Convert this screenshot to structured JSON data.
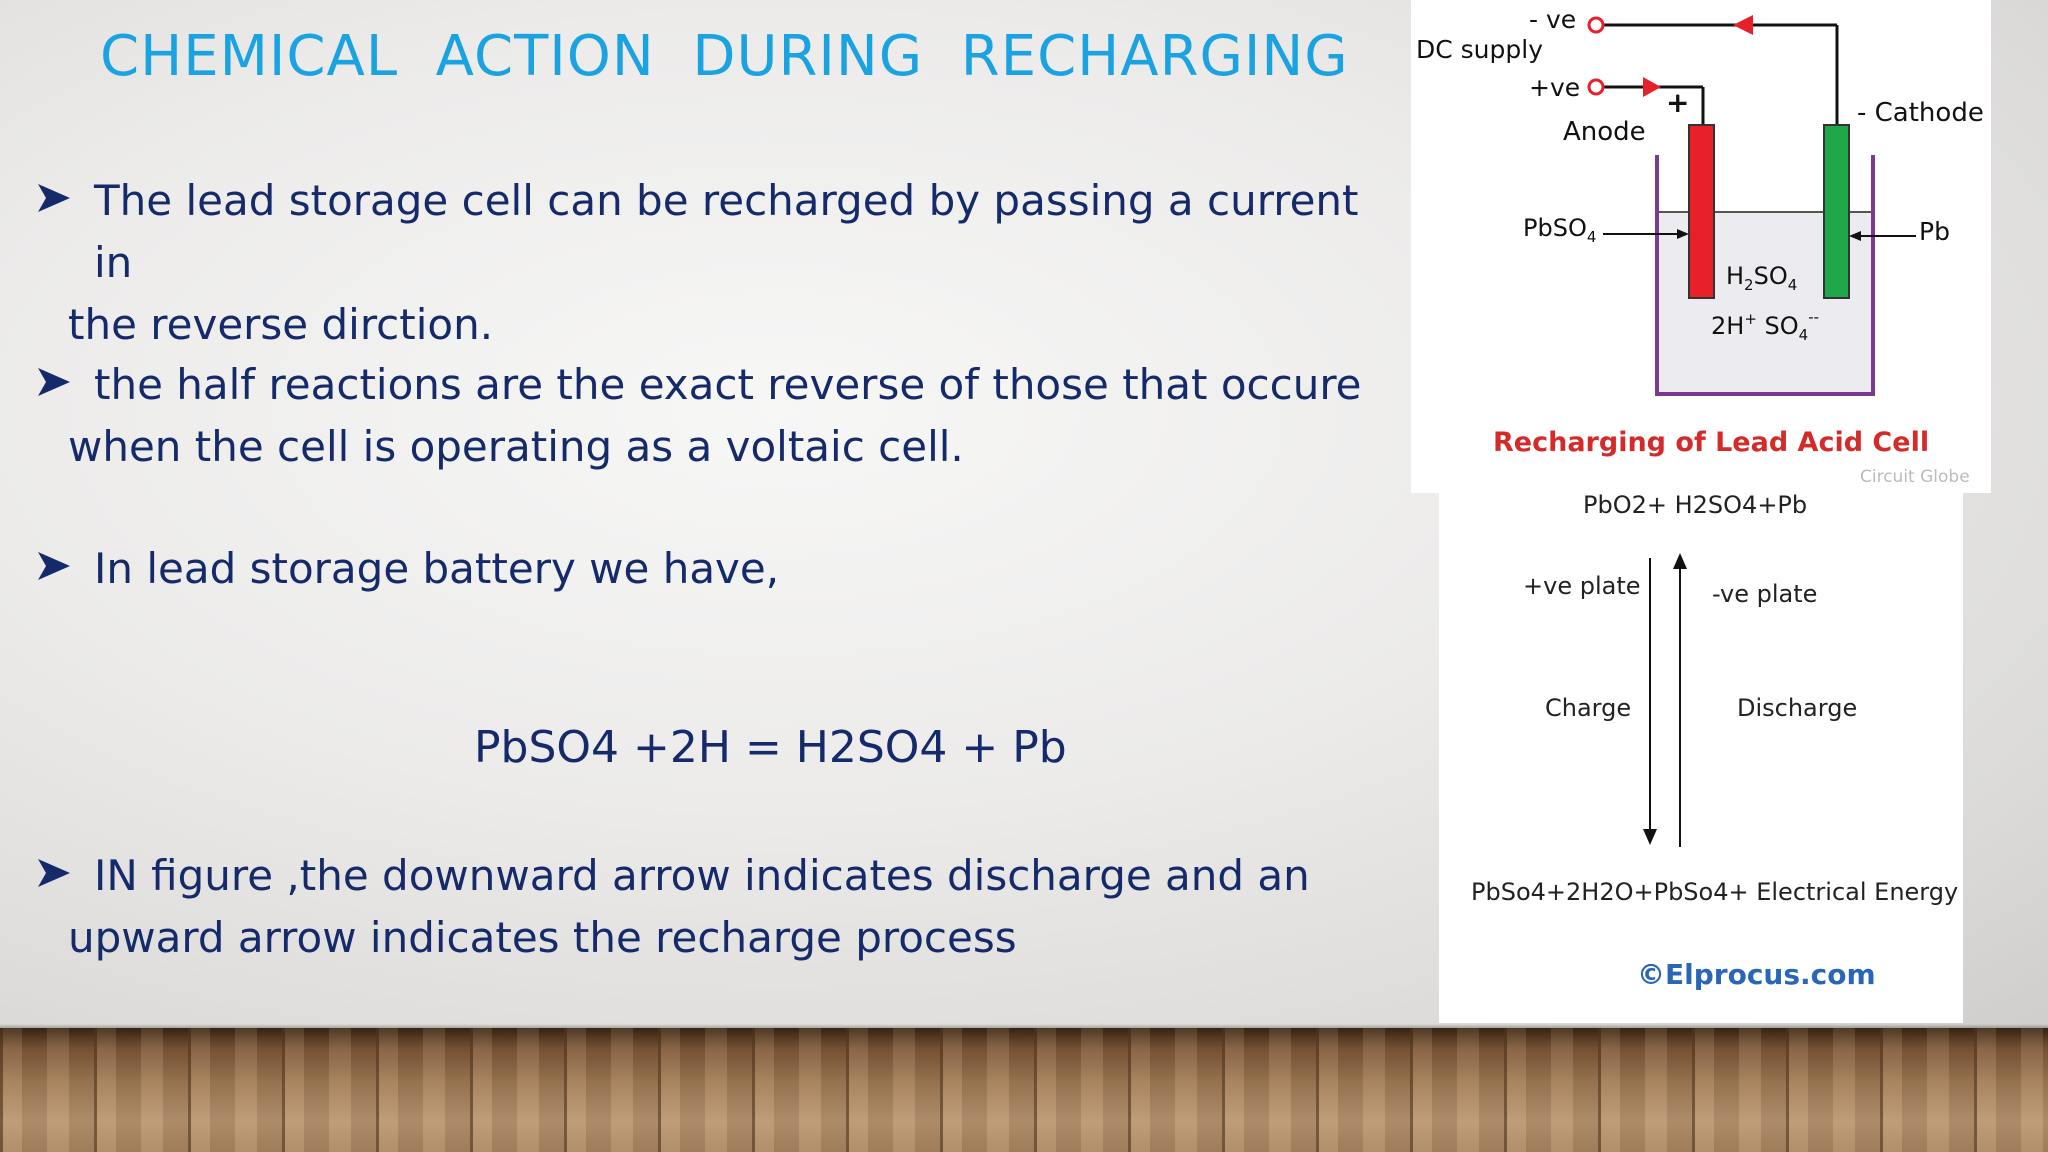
{
  "slide": {
    "title": "CHEMICAL  ACTION  DURING  RECHARGING",
    "bullets": [
      {
        "line1": "The lead storage cell can be recharged by passing a current in",
        "line2": "the reverse dirction."
      },
      {
        "line1": "the half reactions are the exact reverse of those that occure",
        "line2": "when the cell is operating as a voltaic cell."
      },
      {
        "line1": "In lead storage battery we have,",
        "line2": ""
      },
      {
        "line1": "IN figure ,the downward arrow indicates discharge and an",
        "line2": "upward arrow indicates the recharge process"
      }
    ],
    "equation": "PbSO4 +2H = H2SO4 + Pb"
  },
  "figure_recharging": {
    "neg_label": "- ve",
    "dc_supply": "DC supply",
    "pos_label": "+ve",
    "plus_sign": "+",
    "cathode": "- Cathode",
    "anode": "Anode",
    "pbso4_label": "PbSO",
    "pbso4_sub": "4",
    "pb_label": "Pb",
    "h2so4_a": "H",
    "h2so4_sub1": "2",
    "h2so4_b": "SO",
    "h2so4_sub2": "4",
    "ions_a": "2H",
    "ions_sup1": "+",
    "ions_b": " SO",
    "ions_sub": "4",
    "ions_sup2": "--",
    "caption": "Recharging of Lead Acid Cell",
    "watermark": "Circuit Globe",
    "colors": {
      "anode": "#e8202a",
      "cathode": "#1fa84a",
      "container": "#7a3a8f",
      "caption": "#d42a2a"
    }
  },
  "figure_cycle": {
    "top": "PbO2+ H2SO4+Pb",
    "pos_plate": "+ve plate",
    "neg_plate": "-ve plate",
    "charge": "Charge",
    "discharge": "Discharge",
    "bottom": "PbSo4+2H2O+PbSo4+ Electrical Energy",
    "credit": "©Elprocus.com"
  }
}
